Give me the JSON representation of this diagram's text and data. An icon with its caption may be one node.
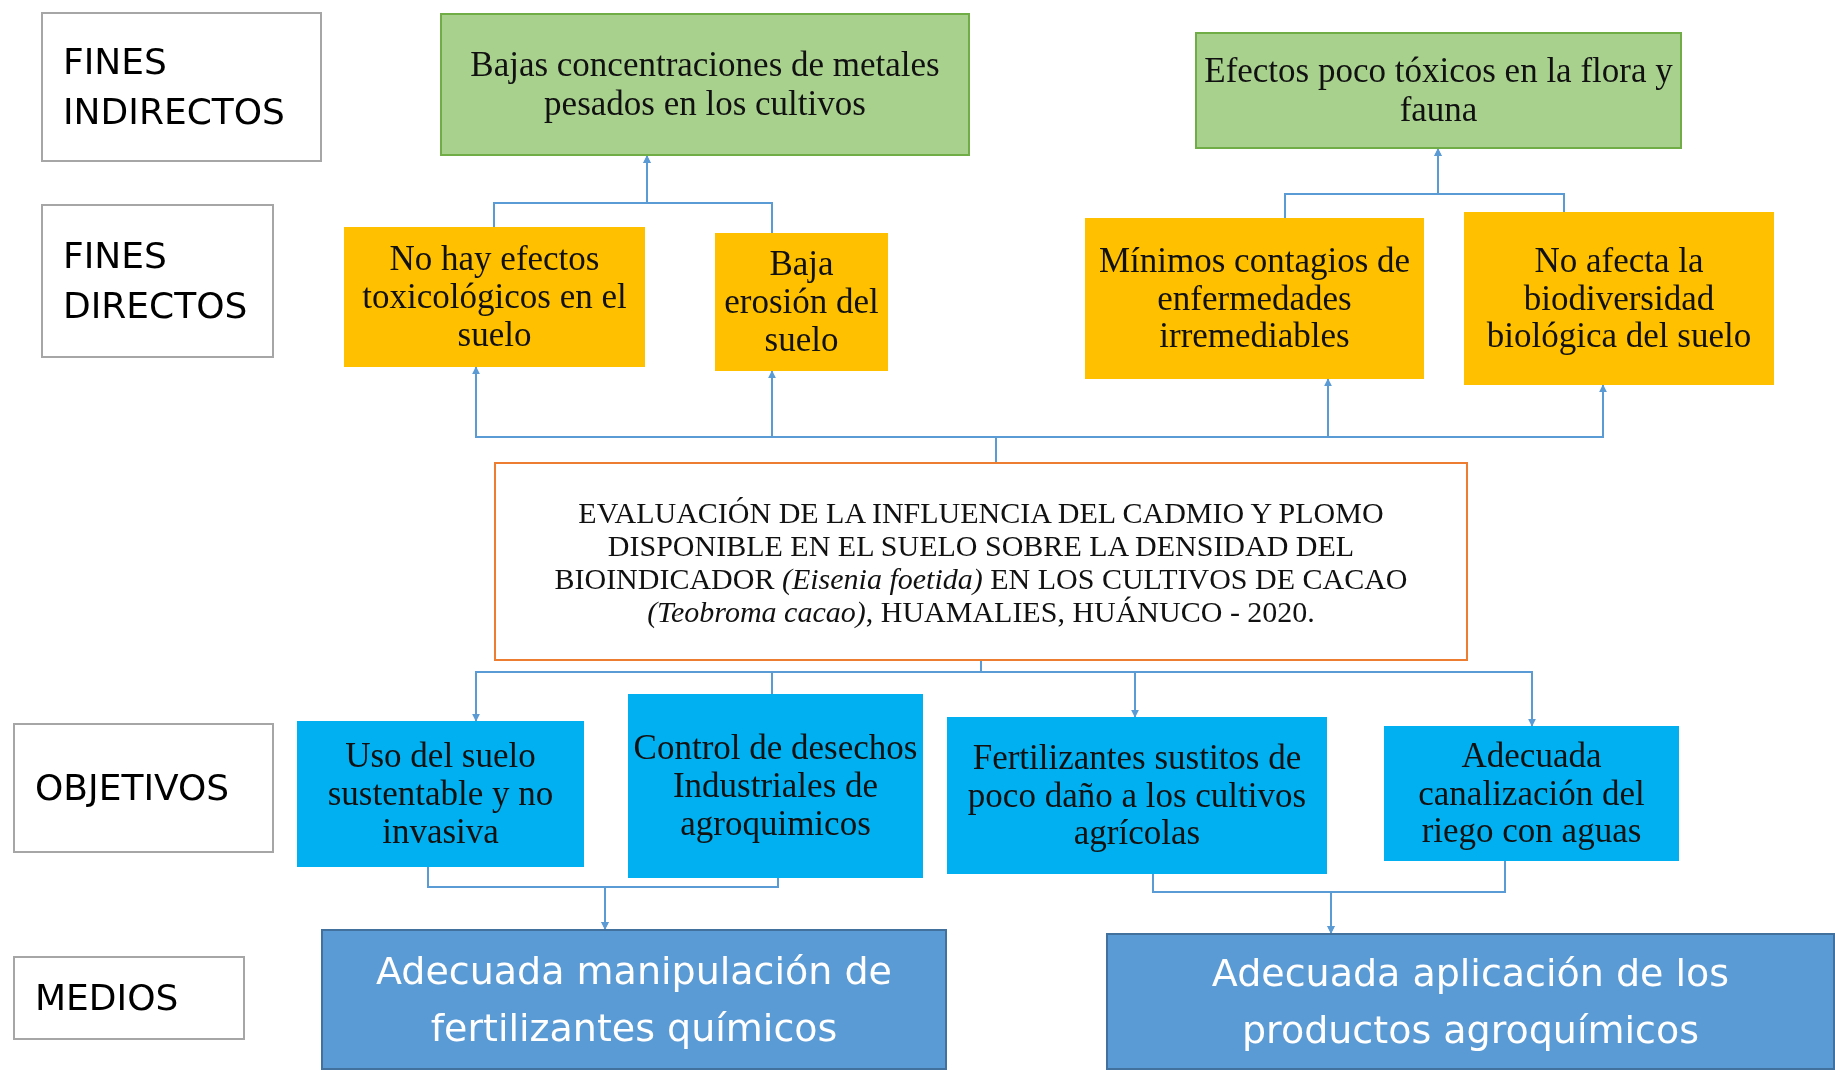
{
  "diagram": {
    "nodes": [
      {
        "text": [
          "FINES INDIRECTOS"
        ]
      },
      {
        "text": [
          "FINES DIRECTOS"
        ]
      },
      {
        "text": [
          "OBJETIVOS"
        ]
      },
      {
        "text": [
          "MEDIOS"
        ]
      },
      {
        "text": [
          "Bajas concentraciones de metales pesados en los cultivos"
        ]
      },
      {
        "text": [
          "Efectos poco tóxicos en la flora y fauna"
        ]
      },
      {
        "text": [
          "No hay efectos toxicológicos en el suelo"
        ]
      },
      {
        "text": [
          "Baja erosión del suelo"
        ]
      },
      {
        "text": [
          "Mínimos contagios de enfermedades irremediables"
        ]
      },
      {
        "text": [
          "No afecta la biodiversidad biológica del suelo"
        ]
      },
      {
        "text": [
          "EVALUACIÓN DE LA INFLUENCIA DEL CADMIO Y PLOMO DISPONIBLE EN EL SUELO SOBRE LA DENSIDAD DEL BIOINDICADOR *(Eisenia foetida)* EN LOS CULTIVOS DE CACAO *(Teobroma cacao)*, HUAMALIES, HUÁNUCO - 2020."
        ]
      },
      {
        "text": [
          "Uso del suelo sustentable y no invasiva"
        ]
      },
      {
        "text": [
          "Control de desechos Industriales de agroquimicos"
        ]
      },
      {
        "text": [
          "Fertilizantes sustitos de poco daño a los cultivos agrícolas"
        ]
      },
      {
        "text": [
          "Adecuada canalización del riego con aguas"
        ]
      },
      {
        "text": [
          "Adecuada manipulación de fertilizantes químicos"
        ]
      },
      {
        "text": [
          "Adecuada aplicación de los productos agroquímicos"
        ]
      }
    ],
    "edges": [
      {
        "from": 6,
        "to": 4,
        "arrow": "to"
      },
      {
        "from": 7,
        "to": 4,
        "arrow": "to"
      },
      {
        "from": 8,
        "to": 5,
        "arrow": "to"
      },
      {
        "from": 9,
        "to": 5,
        "arrow": "to"
      },
      {
        "from": 10,
        "to": 6,
        "arrow": "to"
      },
      {
        "from": 10,
        "to": 7,
        "arrow": "to"
      },
      {
        "from": 10,
        "to": 8,
        "arrow": "to"
      },
      {
        "from": 10,
        "to": 9,
        "arrow": "to"
      },
      {
        "from": 10,
        "to": 11,
        "arrow": "to"
      },
      {
        "from": 10,
        "to": 12,
        "arrow": "none"
      },
      {
        "from": 10,
        "to": 13,
        "arrow": "to"
      },
      {
        "from": 10,
        "to": 14,
        "arrow": "to"
      },
      {
        "from": 11,
        "to": 15,
        "arrow": "to"
      },
      {
        "from": 12,
        "to": 15,
        "arrow": "to"
      },
      {
        "from": 13,
        "to": 16,
        "arrow": "to"
      },
      {
        "from": 14,
        "to": 16,
        "arrow": "to"
      }
    ]
  }
}
